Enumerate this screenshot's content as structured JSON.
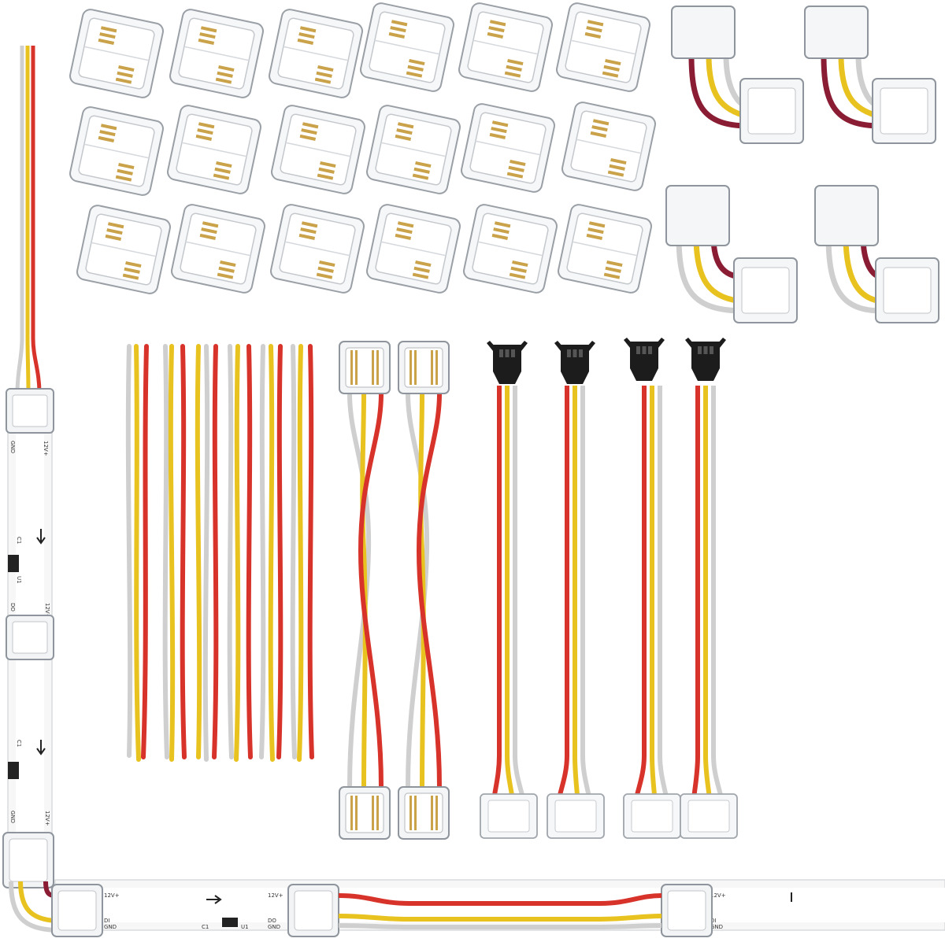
{
  "image": {
    "subject": "COB LED strip connector kit",
    "strip_labels": {
      "v12": "12V+",
      "di": "DI",
      "do": "DO",
      "gnd": "GND",
      "c1": "C1",
      "u1": "U1"
    }
  },
  "items": {
    "clip_connectors": 18,
    "l_corner_connectors": 4,
    "loose_wire_bundles": 6,
    "double_clip_jumpers": 2,
    "jst_pigtail_cables": 4
  },
  "colors": {
    "wire_red": "#d8332a",
    "wire_yellow": "#e8c21e",
    "wire_white": "#c9c9c9",
    "wire_maroon": "#8a1d34",
    "connector_clear": "#f2f4f6",
    "connector_edge": "#9aa0a6",
    "jst_black": "#1c1c1c",
    "strip_white": "#f7f7f7"
  }
}
